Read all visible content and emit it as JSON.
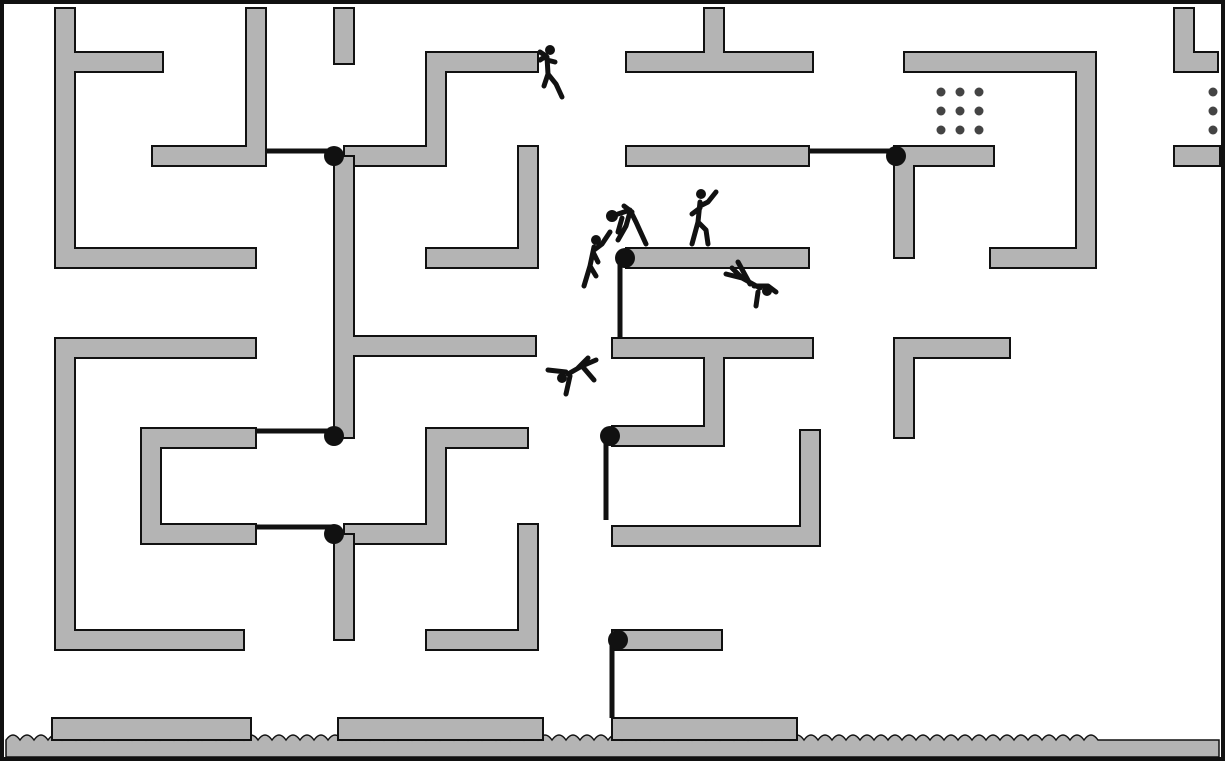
{
  "game": {
    "type": "maze platformer",
    "colors": {
      "background": "#ffffff",
      "wall_fill": "#b4b4b4",
      "wall_stroke": "#111111",
      "ink": "#111111",
      "water": "#b4b4b4"
    },
    "dot_grid": {
      "rows": 3,
      "cols": 3
    },
    "players": [
      {
        "name": "player-hanging-top",
        "pose": "hanging"
      },
      {
        "name": "player-jumping-center",
        "pose": "jumping"
      },
      {
        "name": "player-climbing-left",
        "pose": "climbing"
      },
      {
        "name": "player-cheering",
        "pose": "cheering"
      },
      {
        "name": "player-falling-right",
        "pose": "falling"
      },
      {
        "name": "player-falling-left",
        "pose": "falling"
      }
    ]
  }
}
